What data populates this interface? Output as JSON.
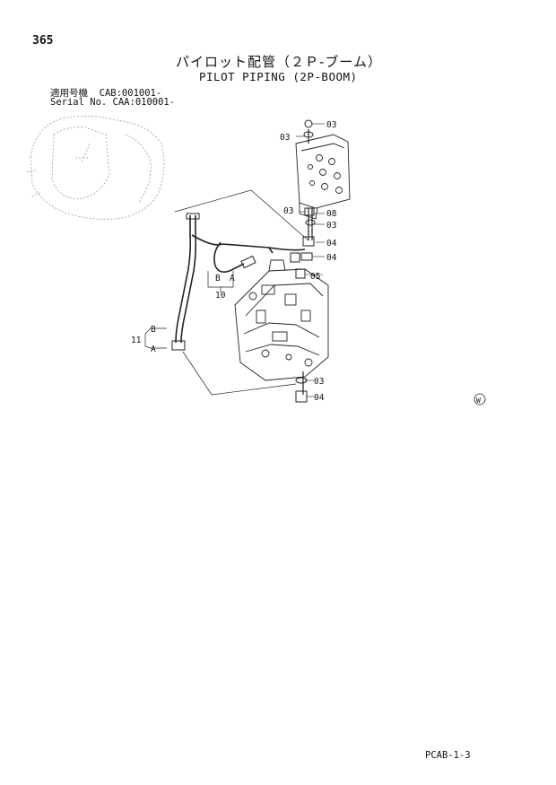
{
  "page": {
    "number": "365",
    "title_jp": "パイロット配管（２Ｐ-ブーム）",
    "title_en": "PILOT PIPING (2P-BOOM)",
    "serial_jp": "適用号機  CAB:001001-",
    "serial_en": "Serial No. CAA:010001-",
    "footer_code": "PCAB-1-3"
  },
  "diagram": {
    "callouts": {
      "c03a": "03",
      "c03b": "03",
      "c03c": "03",
      "c08": "08",
      "c03d": "03",
      "c04a": "04",
      "c04b": "04",
      "c05": "05",
      "c03e": "03",
      "c04c": "04"
    },
    "hose10": {
      "label": "10",
      "end_b": "B",
      "end_a": "A"
    },
    "hose11": {
      "label": "11",
      "end_b": "B",
      "end_a": "A"
    },
    "mark": "W"
  }
}
